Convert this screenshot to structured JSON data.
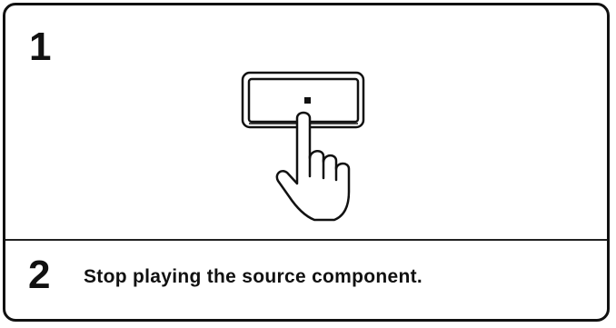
{
  "steps": [
    {
      "number": "1",
      "text": ""
    },
    {
      "number": "2",
      "text": "Stop playing the source component."
    }
  ],
  "illustration": {
    "button_icon": "stop-button-icon",
    "hand_icon": "pointing-hand-icon"
  },
  "colors": {
    "ink": "#111111",
    "paper": "#ffffff"
  }
}
